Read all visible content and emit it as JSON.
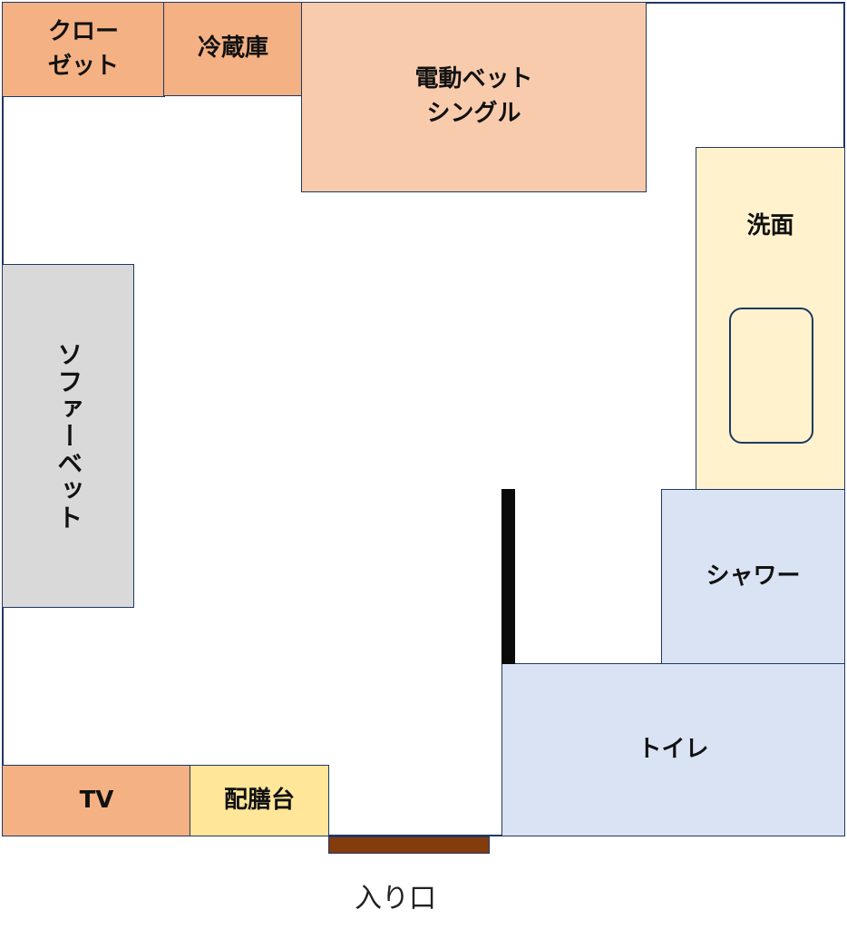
{
  "colors": {
    "orange_dark": "#f4b183",
    "orange_light": "#f8cbad",
    "yellow_light": "#fff2cc",
    "yellow": "#ffe699",
    "blue_light": "#dae3f3",
    "gray": "#d9d9d9",
    "outline": "#203864",
    "door": "#843c0c",
    "wall": "#0a0a0a"
  },
  "labels": {
    "closet": "クロー\nゼット",
    "fridge": "冷蔵庫",
    "bed": "電動ベット\nシングル",
    "washroom": "洗面",
    "sofa": "ソファーベット",
    "shower": "シャワー",
    "toilet": "トイレ",
    "tv": "TV",
    "serving": "配膳台",
    "entrance": "入り口"
  }
}
